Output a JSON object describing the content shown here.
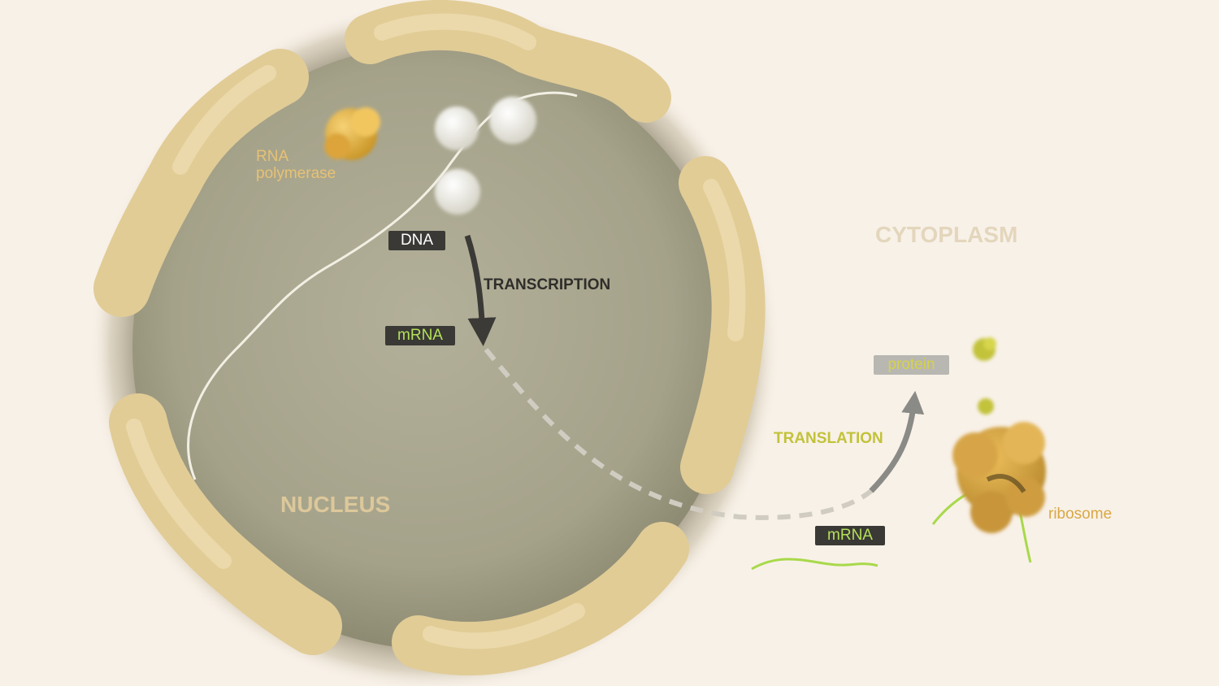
{
  "labels": {
    "rna_polymerase_line1": "RNA",
    "rna_polymerase_line2": "polymerase",
    "dna": "DNA",
    "transcription": "TRANSCRIPTION",
    "mrna_nucleus": "mRNA",
    "cytoplasm": "CYTOPLASM",
    "protein": "protein",
    "translation": "TRANSLATION",
    "ribosome": "ribosome",
    "mrna_cytoplasm": "mRNA",
    "nucleus": "NUCLEUS"
  },
  "colors": {
    "background": "#f8f1e8",
    "nucleus_interior": "#a9a58d",
    "nuclear_envelope": "#e3cf9b",
    "rna_polymerase": "#e6b247",
    "ribosome": "#d9a845",
    "protein": "#c2c23a",
    "mrna_strand": "#a8d94a",
    "dna_strand": "#f2efe4",
    "label_tag": "#3a3935",
    "transcription_arrow": "#3b3a36",
    "translation_arrow": "#8a8a86",
    "cytoplasm_text": "#e3d6bc",
    "nucleus_text": "#dcc89a",
    "translation_text": "#c2c23a",
    "polymerase_text": "#e7c274",
    "ribosome_text": "#d9a845"
  }
}
